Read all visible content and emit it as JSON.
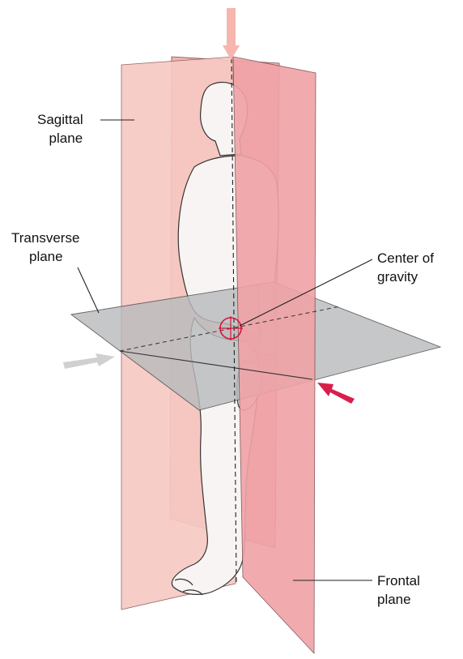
{
  "labels": {
    "sagittal": {
      "line1": "Sagittal",
      "line2": "plane"
    },
    "transverse": {
      "line1": "Transverse",
      "line2": "plane"
    },
    "center": {
      "line1": "Center of",
      "line2": "gravity"
    },
    "frontal": {
      "line1": "Frontal",
      "line2": "plane"
    }
  },
  "colors": {
    "sagittal_plane": "#f7c9c3",
    "frontal_plane": "#f0a3a6",
    "transverse_plane": "#c9cacb",
    "arrow_top": "#f6b6ad",
    "arrow_right": "#d91e4b",
    "arrow_left": "#cfd0d0",
    "center_marker": "#d2163c",
    "figure_fill": "#ffffff",
    "outline": "#333333"
  }
}
